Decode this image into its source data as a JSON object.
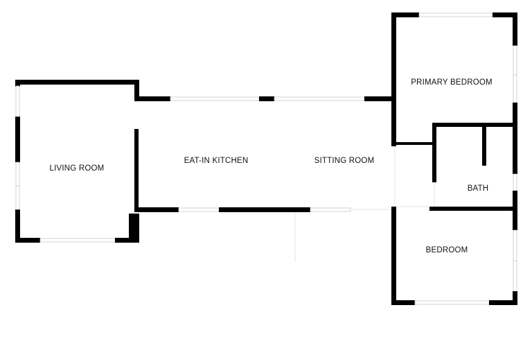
{
  "rooms": {
    "living_room": "LIVING ROOM",
    "eat_in_kitchen": "EAT-IN KITCHEN",
    "sitting_room": "SITTING ROOM",
    "primary_bedroom": "PRIMARY BEDROOM",
    "bath": "BATH",
    "bedroom": "BEDROOM"
  },
  "colors": {
    "wall": "#000000",
    "background": "#ffffff",
    "window_frame": "#c8c8c8"
  }
}
